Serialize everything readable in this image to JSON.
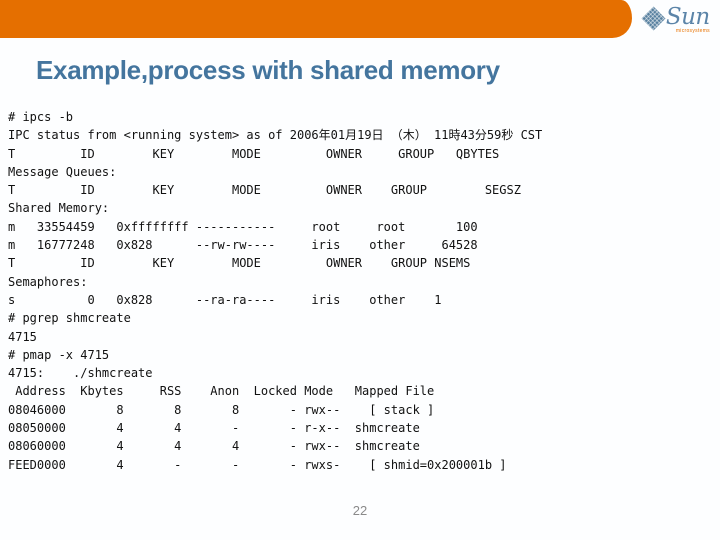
{
  "header": {
    "bar_color": "#e56f00",
    "logo": {
      "brand": "Sun",
      "subbrand": "microsystems",
      "diamond_color": "#57809f"
    }
  },
  "title": {
    "text": "Example,process with shared memory",
    "color": "#44759e"
  },
  "terminal": {
    "lines": [
      "# ipcs -b",
      "IPC status from <running system> as of 2006年01月19日 （木） 11時43分59秒 CST",
      "T         ID        KEY        MODE         OWNER     GROUP   QBYTES",
      "Message Queues:",
      "T         ID        KEY        MODE         OWNER    GROUP        SEGSZ",
      "Shared Memory:",
      "m   33554459   0xffffffff -----------     root     root       100",
      "m   16777248   0x828      --rw-rw----     iris    other     64528",
      "T         ID        KEY        MODE         OWNER    GROUP NSEMS",
      "Semaphores:",
      "s          0   0x828      --ra-ra----     iris    other    1",
      "# pgrep shmcreate",
      "4715",
      "# pmap -x 4715",
      "4715:    ./shmcreate",
      " Address  Kbytes     RSS    Anon  Locked Mode   Mapped File",
      "08046000       8       8       8       - rwx--    [ stack ]",
      "08050000       4       4       -       - r-x--  shmcreate",
      "08060000       4       4       4       - rwx--  shmcreate",
      "FEED0000       4       -       -       - rwxs-    [ shmid=0x200001b ]"
    ]
  },
  "footer": {
    "page_number": "22"
  }
}
